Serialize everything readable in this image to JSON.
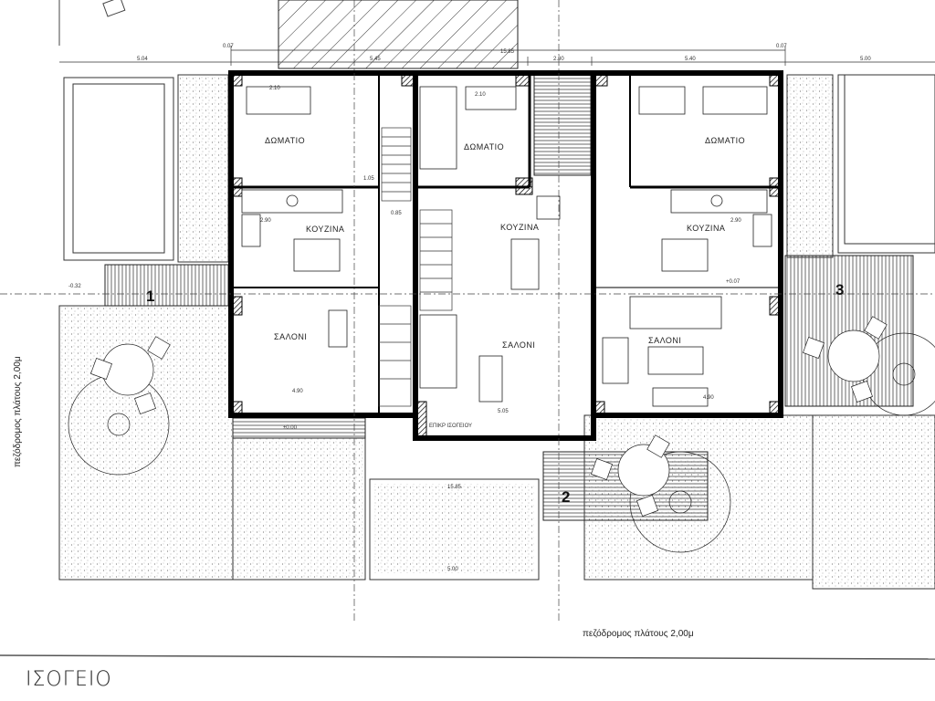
{
  "drawing": {
    "title": "ΙΣΟΓΕΙΟ",
    "street_label_bottom": "πεζόδρομος πλάτους 2,00μ",
    "street_label_left": "πεζόδρομος πλάτους 2,00μ",
    "units": [
      {
        "number": "1",
        "rooms": [
          "ΔΩΜΑΤΙΟ",
          "ΚΟΥΖΙΝΑ",
          "ΣΑΛΟΝΙ"
        ]
      },
      {
        "number": "2",
        "rooms": [
          "ΔΩΜΑΤΙΟ",
          "ΚΟΥΖΙΝΑ",
          "ΣΑΛΟΝΙ"
        ],
        "extra": "ΕΠΙΚΡ ΙΣΟΓΕΙΟΥ"
      },
      {
        "number": "3",
        "rooms": [
          "ΔΩΜΑΤΙΟ",
          "ΚΟΥΖΙΝΑ",
          "ΣΑΛΟΝΙ"
        ]
      }
    ],
    "dimensions": {
      "top_total": "15.85",
      "top_offset_left": "0.07",
      "top_offset_right": "0.07",
      "left_yard": "5.04",
      "unit1_width": "5.45",
      "middle_gap": "2.80",
      "unit3_width": "5.40",
      "right_yard": "5.00",
      "unit1_salon": "4.90",
      "unit2_salon": "5.05",
      "unit3_salon": "4.90",
      "bottom_total": "15.85",
      "parking": "5.00",
      "corridor": "1.05",
      "stair": "0.85",
      "kitchen_left": "2.90",
      "kitchen_right": "2.90",
      "room_left": "2.10",
      "room_mid": "2.10",
      "level_a": "±0.00",
      "level_b": "+0.07",
      "level_c": "-0.32"
    }
  }
}
